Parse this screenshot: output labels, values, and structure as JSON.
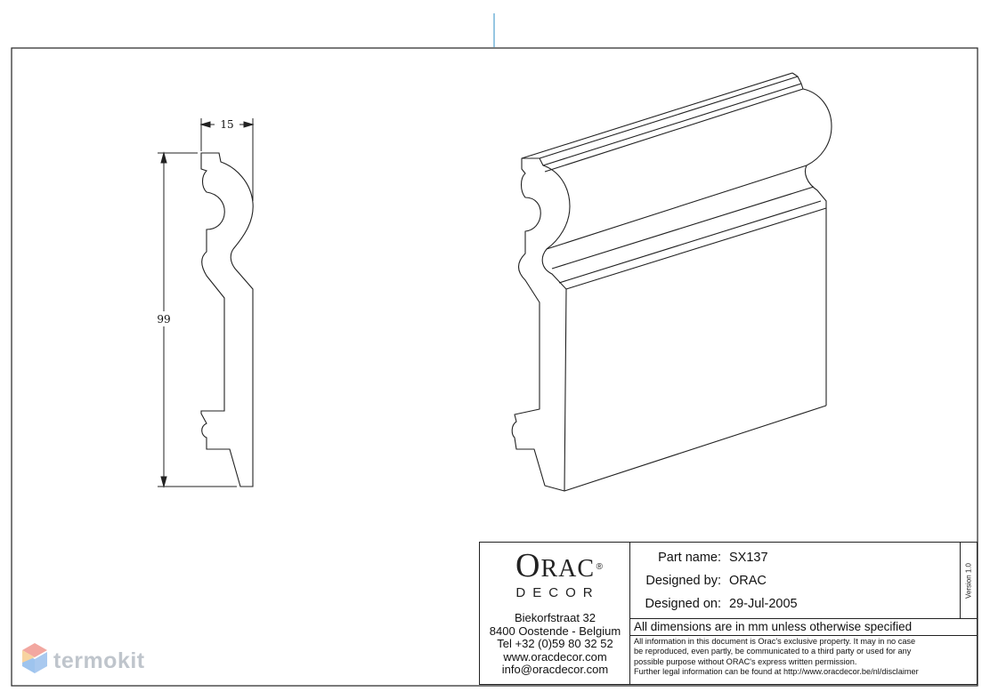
{
  "drawing": {
    "dimension_width": "15",
    "dimension_height": "99"
  },
  "logo": {
    "main_first": "O",
    "main_rest": "RAC",
    "registered": "®",
    "sub": "DECOR"
  },
  "address": {
    "line1": "Biekorfstraat 32",
    "line2": "8400 Oostende - Belgium",
    "line3": "Tel  +32 (0)59 80 32 52",
    "line4": "www.oracdecor.com",
    "line5": "info@oracdecor.com"
  },
  "fields": {
    "part_name_label": "Part name:",
    "part_name_value": "SX137",
    "designed_by_label": "Designed by:",
    "designed_by_value": "ORAC",
    "designed_on_label": "Designed on:",
    "designed_on_value": "29-Jul-2005"
  },
  "version": "Version 1.0",
  "dims_note": "All dimensions are in mm unless otherwise specified",
  "legal": {
    "line1": "All information in this document is Orac's exclusive property.  It may in no case",
    "line2": "be reproduced, even partly, be communicated to a third party or used for any",
    "line3": "possible purpose without ORAC's express written permission.",
    "line4": "Further legal information can be found at http://www.oracdecor.be/nl/disclaimer"
  },
  "watermark": {
    "text": "termokit",
    "colors": [
      "#f2a7a0",
      "#9ec4ee",
      "#f7d3a0",
      "#a9c9ef"
    ]
  }
}
